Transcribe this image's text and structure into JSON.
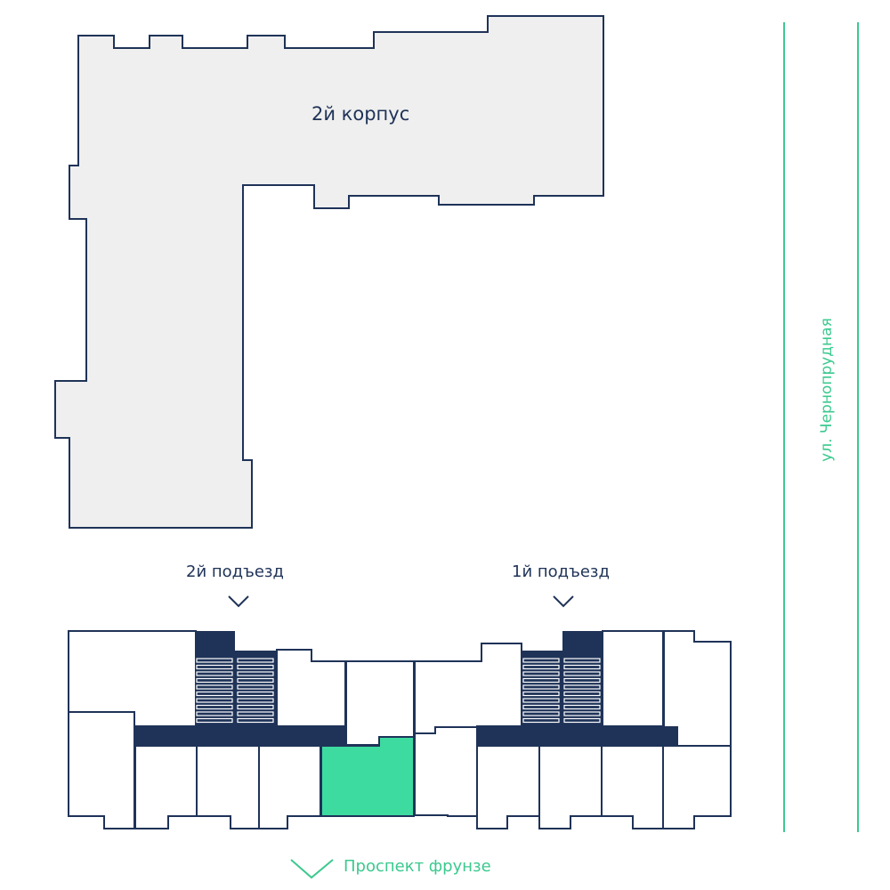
{
  "building": {
    "title": "2й корпус"
  },
  "entrances": [
    {
      "label": "2й подъезд"
    },
    {
      "label": "1й подъезд"
    }
  ],
  "streets": {
    "east": "ул. Чернопрудная",
    "south": "Проспект фрунзе"
  },
  "colors": {
    "outline": "#1f3358",
    "building_fill": "#efefef",
    "core_fill": "#1f3358",
    "selected_fill": "#3ddba0",
    "street_line": "#3cc98f"
  },
  "selection": {
    "highlighted_unit": "selected"
  }
}
